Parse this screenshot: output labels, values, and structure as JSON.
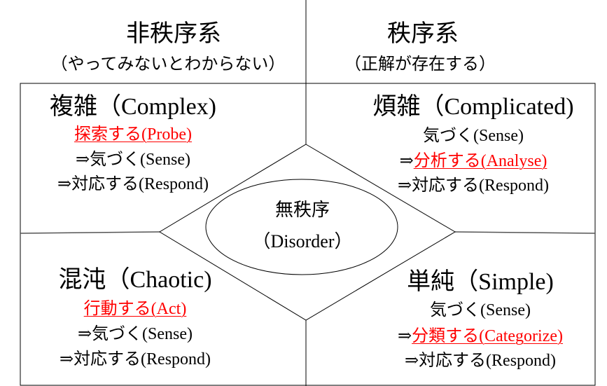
{
  "header": {
    "left_title": "非秩序系",
    "left_subtitle": "（やってみないとわからない）",
    "right_title": "秩序系",
    "right_subtitle": "（正解が存在する）"
  },
  "quadrants": {
    "complex": {
      "title": "複雑（Complex)",
      "lines": [
        {
          "prefix": "",
          "text": "探索する(Probe)"
        },
        {
          "text": "⇒気づく(Sense)"
        },
        {
          "text": "⇒対応する(Respond)"
        }
      ]
    },
    "complicated": {
      "title": "煩雑（Complicated)",
      "lines": [
        {
          "text": "気づく(Sense)"
        },
        {
          "prefix": "⇒",
          "text": "分析する(Analyse)"
        },
        {
          "text": "⇒対応する(Respond)"
        }
      ]
    },
    "chaotic": {
      "title": "混沌（Chaotic)",
      "lines": [
        {
          "text": "行動する(Act)"
        },
        {
          "text": "⇒気づく(Sense)"
        },
        {
          "text": "⇒対応する(Respond)"
        }
      ]
    },
    "simple": {
      "title": "単純（Simple)",
      "lines": [
        {
          "text": "気づく(Sense)"
        },
        {
          "prefix": "⇒",
          "text": "分類する(Categorize)"
        },
        {
          "text": "⇒対応する(Respond)"
        }
      ]
    }
  },
  "center": {
    "title": "無秩序",
    "subtitle": "（Disorder）"
  },
  "colors": {
    "highlight": "#ff0000",
    "line": "#000000"
  }
}
